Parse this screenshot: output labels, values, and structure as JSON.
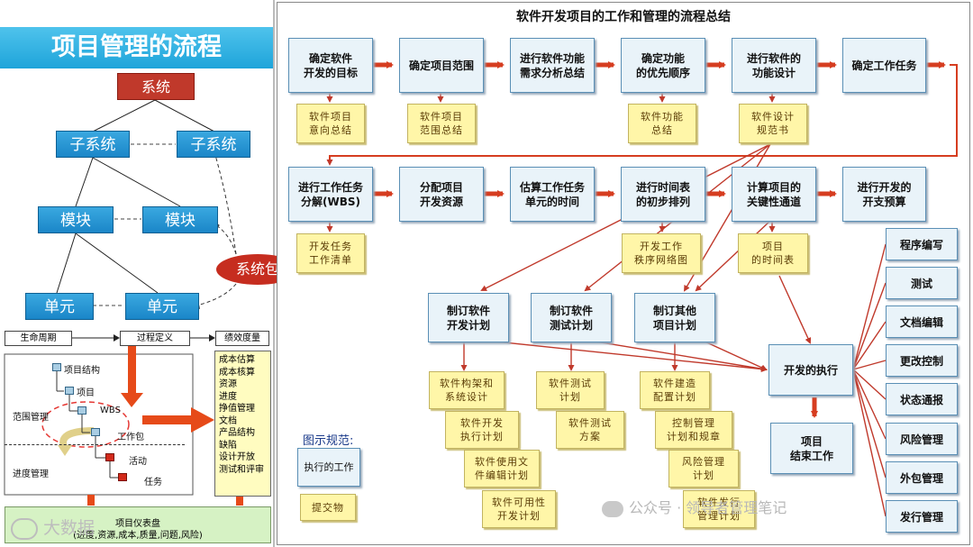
{
  "left": {
    "banner": "项目管理的流程",
    "hierarchy": {
      "system": "系统",
      "subsystem_a": "子系统",
      "subsystem_b": "子系统",
      "module_a": "模块",
      "module_b": "模块",
      "unit_a": "单元",
      "unit_b": "单元",
      "package": "系统包"
    },
    "lifecycle": {
      "header_lifecycle": "生命周期",
      "header_process": "过程定义",
      "header_metrics": "绩效度量",
      "tree": [
        "项目结构",
        "项目",
        "WBS",
        "工作包",
        "活动",
        "任务"
      ],
      "scope_label": "范围管理",
      "schedule_label": "进度管理",
      "metrics": [
        "成本估算",
        "成本核算",
        "资源",
        "进度",
        "挣值管理",
        "文档",
        "产品结构",
        "缺陷",
        "设计开放",
        "测试和评审"
      ],
      "dashboard_title": "项目仪表盘",
      "dashboard_sub": "(进度,资源,成本,质量,问题,风险)"
    },
    "watermark": "大数据"
  },
  "right": {
    "title": "软件开发项目的工作和管理的流程总结",
    "row1": [
      "确定软件\n开发的目标",
      "确定项目范围",
      "进行软件功能\n需求分析总结",
      "确定功能\n的优先顺序",
      "进行软件的\n功能设计",
      "确定工作任务"
    ],
    "row1_docs": [
      "软件项目\n意向总结",
      "软件项目\n范围总结",
      "软件功能\n总结",
      "软件设计\n规范书"
    ],
    "row2": [
      "进行工作任务\n分解(WBS)",
      "分配项目\n开发资源",
      "估算工作任务\n单元的时间",
      "进行时间表\n的初步排列",
      "计算项目的\n关键性通道",
      "进行开发的\n开支预算"
    ],
    "row2_docs": [
      "开发任务\n工作清单",
      "开发工作\n秩序网络图",
      "项目\n的时间表"
    ],
    "plans": [
      "制订软件\n开发计划",
      "制订软件\n测试计划",
      "制订其他\n项目计划"
    ],
    "plan_docs_a": [
      "软件构架和\n系统设计",
      "软件开发\n执行计划",
      "软件使用文\n件编辑计划",
      "软件可用性\n开发计划"
    ],
    "plan_docs_b": [
      "软件测试\n计划",
      "软件测试\n方案"
    ],
    "plan_docs_c": [
      "软件建造\n配置计划",
      "控制管理\n计划和规章",
      "风险管理\n计划",
      "软件发行\n管理计划"
    ],
    "execution": "开发的执行",
    "finish": "项目\n结束工作",
    "side_items": [
      "程序编写",
      "测试",
      "文档编辑",
      "更改控制",
      "状态通报",
      "风险管理",
      "外包管理",
      "发行管理"
    ],
    "legend_title": "图示规范:",
    "legend_process": "执行的工作",
    "legend_doc": "提交物",
    "watermark": "公众号 · 领导者管理笔记"
  },
  "colors": {
    "arrow": "#d63d20",
    "process_fill": "#e9f3f9",
    "doc_fill": "#fff6a8",
    "banner": "#1ea4da",
    "hier_red": "#c0392b",
    "hier_blue": "#1a86c8"
  }
}
